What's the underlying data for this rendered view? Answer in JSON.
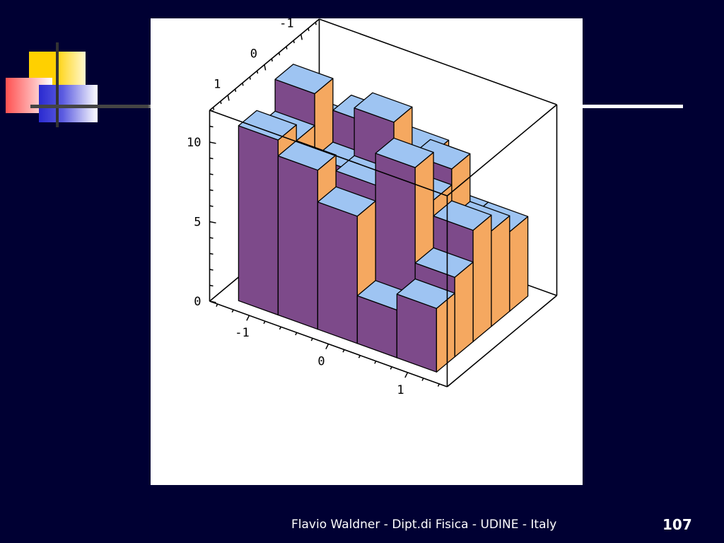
{
  "slide": {
    "footer": "Flavio Waldner - Dipt.di Fisica - UDINE - Italy",
    "page_number": "107"
  },
  "colors": {
    "background": "#000033",
    "bar_top": "#9ec4f2",
    "bar_left": "#7d4a8a",
    "bar_right": "#f5a860",
    "floor": "#a9b3e6"
  },
  "chart_data": {
    "type": "bar3d",
    "x_ticks": [
      "-1",
      "0",
      "1"
    ],
    "y_ticks": [
      "-1",
      "0",
      "1"
    ],
    "z_ticks": [
      "0",
      "5",
      "10"
    ],
    "x_range": [
      -1.5,
      1.5
    ],
    "y_range": [
      -1.5,
      1.5
    ],
    "z_range": [
      0,
      12
    ],
    "grid": false,
    "bin_edges": [
      -1.25,
      -0.75,
      -0.25,
      0.25,
      0.75,
      1.25
    ],
    "heights": [
      [
        6,
        9,
        12,
        10,
        11
      ],
      [
        9,
        10,
        8,
        7,
        10
      ],
      [
        8,
        6,
        12,
        9,
        8
      ],
      [
        5,
        9,
        8,
        11,
        3
      ],
      [
        5,
        6,
        7,
        5,
        4
      ]
    ]
  }
}
